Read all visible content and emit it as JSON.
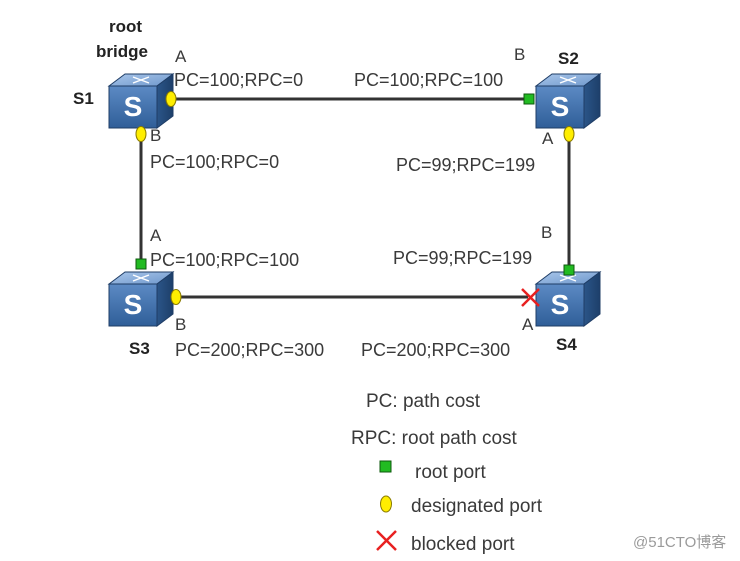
{
  "switches": {
    "s1": {
      "name": "S1",
      "role_line1": "root",
      "role_line2": "bridge"
    },
    "s2": {
      "name": "S2"
    },
    "s3": {
      "name": "S3"
    },
    "s4": {
      "name": "S4"
    },
    "icon_letter": "S"
  },
  "ports": {
    "s1_a": {
      "label": "A",
      "info": "PC=100;RPC=0"
    },
    "s1_b": {
      "label": "B",
      "info": "PC=100;RPC=0"
    },
    "s2_b": {
      "label": "B",
      "info": "PC=100;RPC=100"
    },
    "s2_a": {
      "label": "A",
      "info": "PC=99;RPC=199"
    },
    "s3_a": {
      "label": "A",
      "info": "PC=100;RPC=100"
    },
    "s3_b": {
      "label": "B",
      "info": "PC=200;RPC=300"
    },
    "s4_b": {
      "label": "B",
      "info": "PC=99;RPC=199"
    },
    "s4_a": {
      "label": "A",
      "info": "PC=200;RPC=300"
    }
  },
  "legend": {
    "pc": "PC: path cost",
    "rpc": "RPC: root path cost",
    "root_port": "root port",
    "designated_port": "designated port",
    "blocked_port": "blocked port"
  },
  "watermark": "@51CTO博客",
  "colors": {
    "root_port": "#22bb22",
    "designated_port": "#ffee00",
    "blocked_port": "#e82020",
    "switch_face": "#3f6fa8",
    "link": "#333333"
  }
}
